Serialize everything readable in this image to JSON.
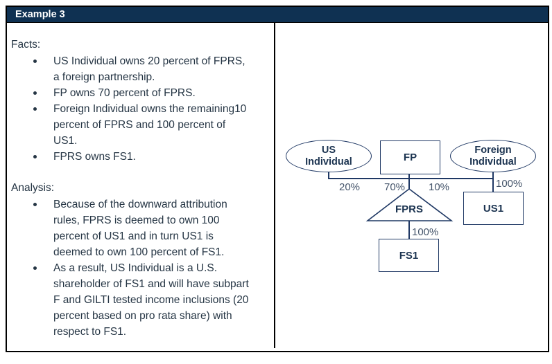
{
  "header": {
    "title": "Example 3"
  },
  "facts": {
    "heading": "Facts:",
    "bullets": [
      "US Individual owns 20 percent of FPRS, a foreign partnership.",
      "FP owns 70 percent of FPRS.",
      "Foreign Individual owns the remaining10 percent of FPRS and 100 percent of US1.",
      "FPRS owns FS1."
    ]
  },
  "analysis": {
    "heading": "Analysis:",
    "bullets": [
      "Because of the downward attribution rules, FPRS is deemed to own 100 percent of US1 and in turn US1 is deemed to own 100 percent of FS1.",
      "As a result, US Individual is a U.S. shareholder of FS1 and will have subpart F and GILTI tested income inclusions (20 percent based on pro rata share) with respect to FS1."
    ]
  },
  "diagram": {
    "nodes": {
      "us_individual": "US Individual",
      "fp": "FP",
      "foreign_individual": "Foreign Individual",
      "fprs": "FPRS",
      "us1": "US1",
      "fs1": "FS1"
    },
    "labels": {
      "us_individual_to_fprs": "20%",
      "fp_to_fprs": "70%",
      "foreign_individual_to_fprs": "10%",
      "foreign_individual_to_us1": "100%",
      "fprs_to_fs1": "100%"
    },
    "colors": {
      "line": "#1F3864",
      "header_bg": "#0f3152"
    }
  }
}
